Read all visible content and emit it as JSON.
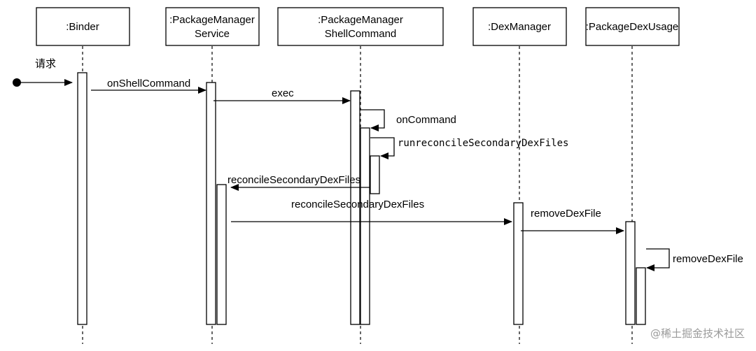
{
  "participants": [
    {
      "id": "binder",
      "lines": [
        ":Binder"
      ]
    },
    {
      "id": "pms",
      "lines": [
        ":PackageManager",
        "Service"
      ]
    },
    {
      "id": "pmsc",
      "lines": [
        ":PackageManager",
        "ShellCommand"
      ]
    },
    {
      "id": "dexmanager",
      "lines": [
        ":DexManager"
      ]
    },
    {
      "id": "pdu",
      "lines": [
        ":PackageDexUsage"
      ]
    }
  ],
  "messages": {
    "request": "请求",
    "on_shell_command": "onShellCommand",
    "exec": "exec",
    "on_command": "onCommand",
    "run_reconcile": "runreconcileSecondaryDexFiles",
    "reconcile_return": "reconcileSecondaryDexFiles",
    "reconcile_call": "reconcileSecondaryDexFiles",
    "remove_dex_file_1": "removeDexFile",
    "remove_dex_file_2": "removeDexFile"
  },
  "watermark": "@稀土掘金技术社区"
}
